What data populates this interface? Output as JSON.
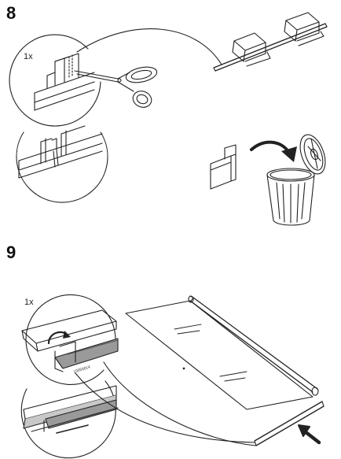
{
  "step8": {
    "number": "8",
    "quantity": "1x"
  },
  "step9": {
    "number": "9",
    "quantity": "1x",
    "part_number": "10055814"
  },
  "icons": [
    "scissors-icon",
    "trash-can-icon",
    "curved-arrow-icon",
    "push-arrow-icon"
  ],
  "colors": {
    "line": "#222222",
    "grey_part": "#9a9a9a",
    "light_grey": "#d4d4d4",
    "background": "#ffffff"
  }
}
